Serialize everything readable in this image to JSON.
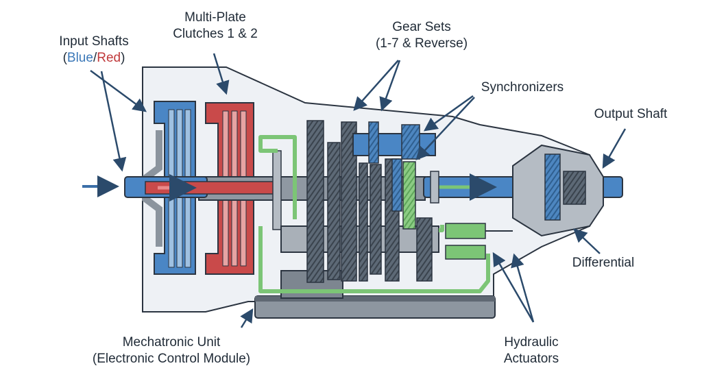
{
  "labels": {
    "input_shafts": {
      "line1": "Input Shafts",
      "open": "(",
      "blue": "Blue",
      "slash": "/",
      "red": "Red",
      "close": ")"
    },
    "clutches": {
      "line1": "Multi-Plate",
      "line2": "Clutches 1 & 2"
    },
    "gear_sets": {
      "line1": "Gear Sets",
      "line2": "(1-7 & Reverse)"
    },
    "synchronizers": "Synchronizers",
    "output_shaft": "Output Shaft",
    "differential": "Differential",
    "mechatronic": {
      "line1": "Mechatronic Unit",
      "line2": "(Electronic Control Module)"
    },
    "actuators": {
      "line1": "Hydraulic",
      "line2": "Actuators"
    }
  },
  "colors": {
    "blue_shaft": "#4a86c5",
    "red_shaft": "#c94a4a",
    "hydraulic": "#7cc576",
    "housing": "#eef1f5",
    "gear": "#55616e",
    "outline": "#2b3440"
  }
}
